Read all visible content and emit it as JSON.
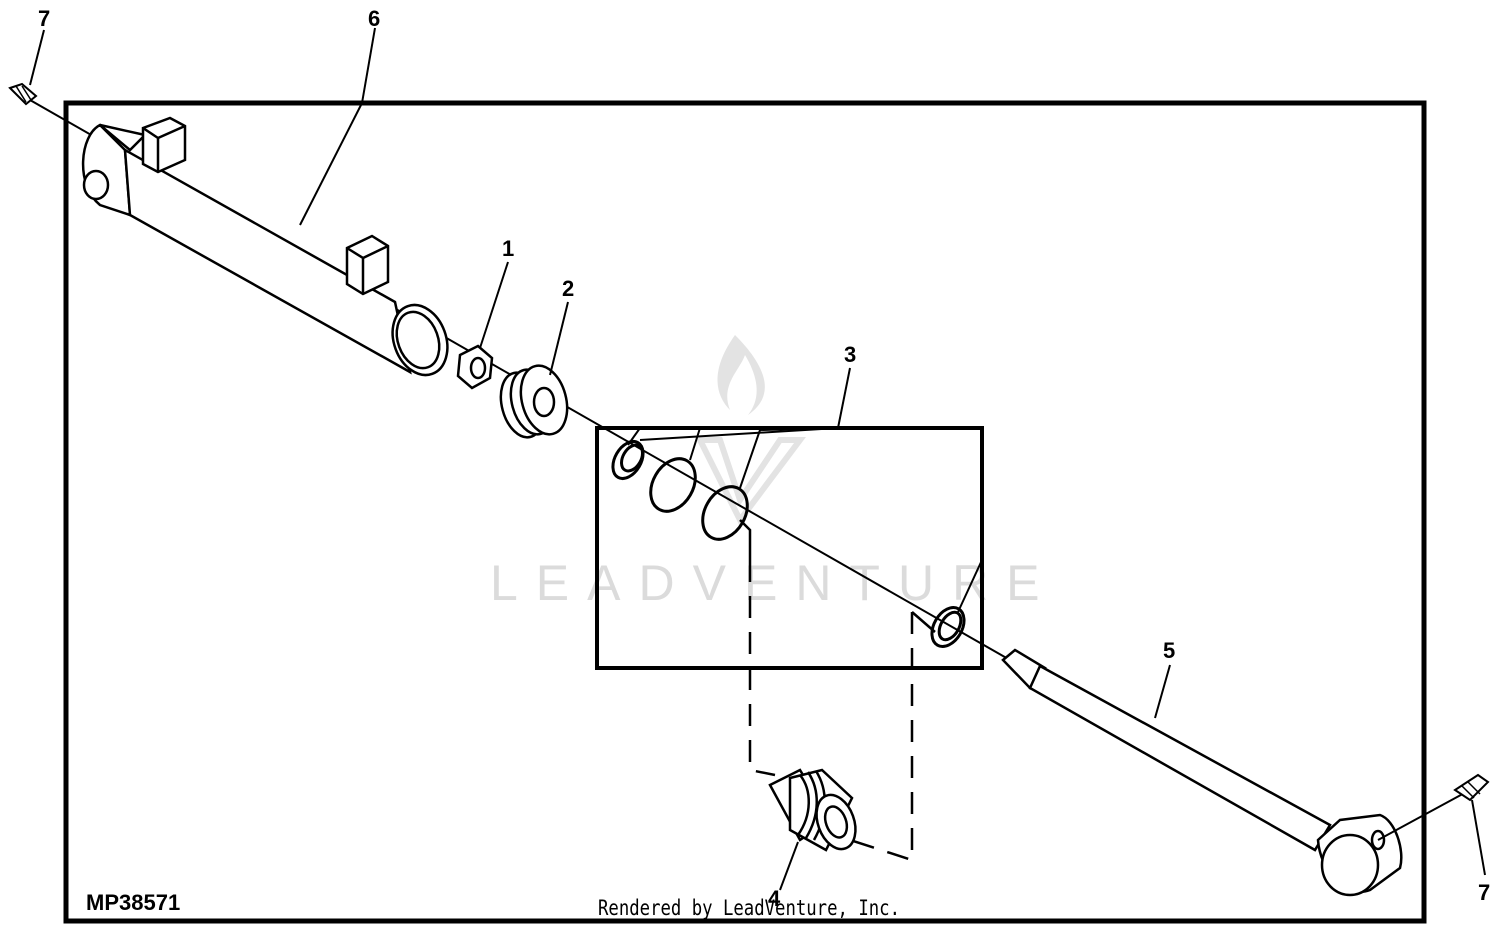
{
  "callouts": {
    "c1": "1",
    "c2": "2",
    "c3": "3",
    "c4": "4",
    "c5": "5",
    "c6": "6",
    "c7_top": "7",
    "c7_bottom": "7"
  },
  "figure_id": "MP38571",
  "credit": "Rendered by LeadVenture, Inc.",
  "watermark": "LEADVENTURE",
  "colors": {
    "ink": "#000000",
    "watermark": "#d8d8d8",
    "background": "#ffffff"
  }
}
